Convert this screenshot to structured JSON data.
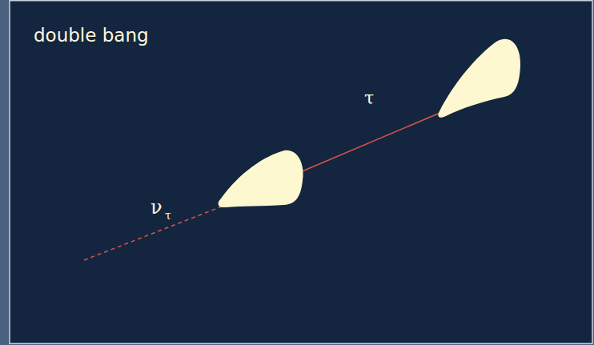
{
  "diagram": {
    "title": "double bang",
    "labels": [
      "τ",
      "ν",
      "τ"
    ]
  }
}
